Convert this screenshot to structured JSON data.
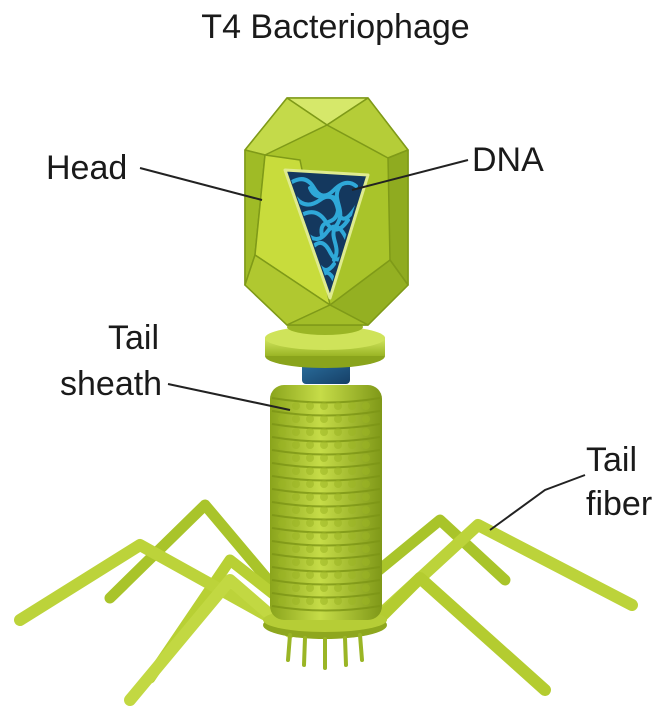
{
  "title": "T4 Bacteriophage",
  "labels": {
    "head": "Head",
    "dna": "DNA",
    "tail_sheath_line1": "Tail",
    "tail_sheath_line2": "sheath",
    "tail_fiber_line1": "Tail",
    "tail_fiber_line2": "fiber"
  },
  "colors": {
    "body_light": "#c8dc3c",
    "body_mid": "#a9c42a",
    "body_dark": "#7f9a18",
    "dna": "#2fa8d8",
    "collar_purple": "#6a5acd",
    "leader_line": "#222222"
  }
}
